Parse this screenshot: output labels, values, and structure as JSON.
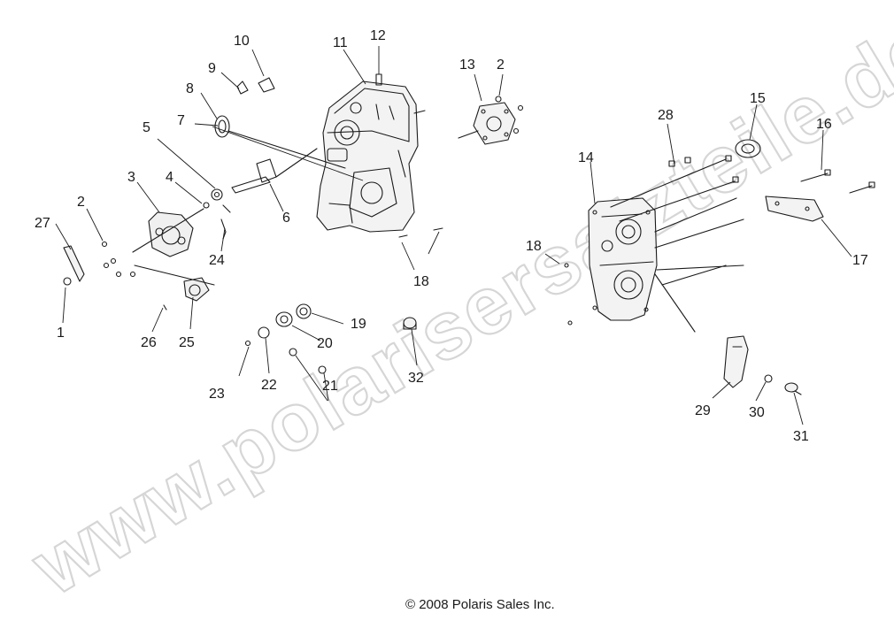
{
  "watermark": "www.polarisersatzteile.de",
  "copyright": "© 2008 Polaris Sales Inc.",
  "callouts": [
    "1",
    "2",
    "3",
    "4",
    "5",
    "6",
    "7",
    "8",
    "9",
    "10",
    "11",
    "12",
    "13",
    "2",
    "27",
    "24",
    "14",
    "15",
    "16",
    "17",
    "18",
    "18",
    "19",
    "20",
    "21",
    "22",
    "23",
    "25",
    "26",
    "28",
    "29",
    "30",
    "31",
    "32"
  ],
  "colors": {
    "line": "#1a1a1a",
    "watermark": "#d9d9d9"
  }
}
